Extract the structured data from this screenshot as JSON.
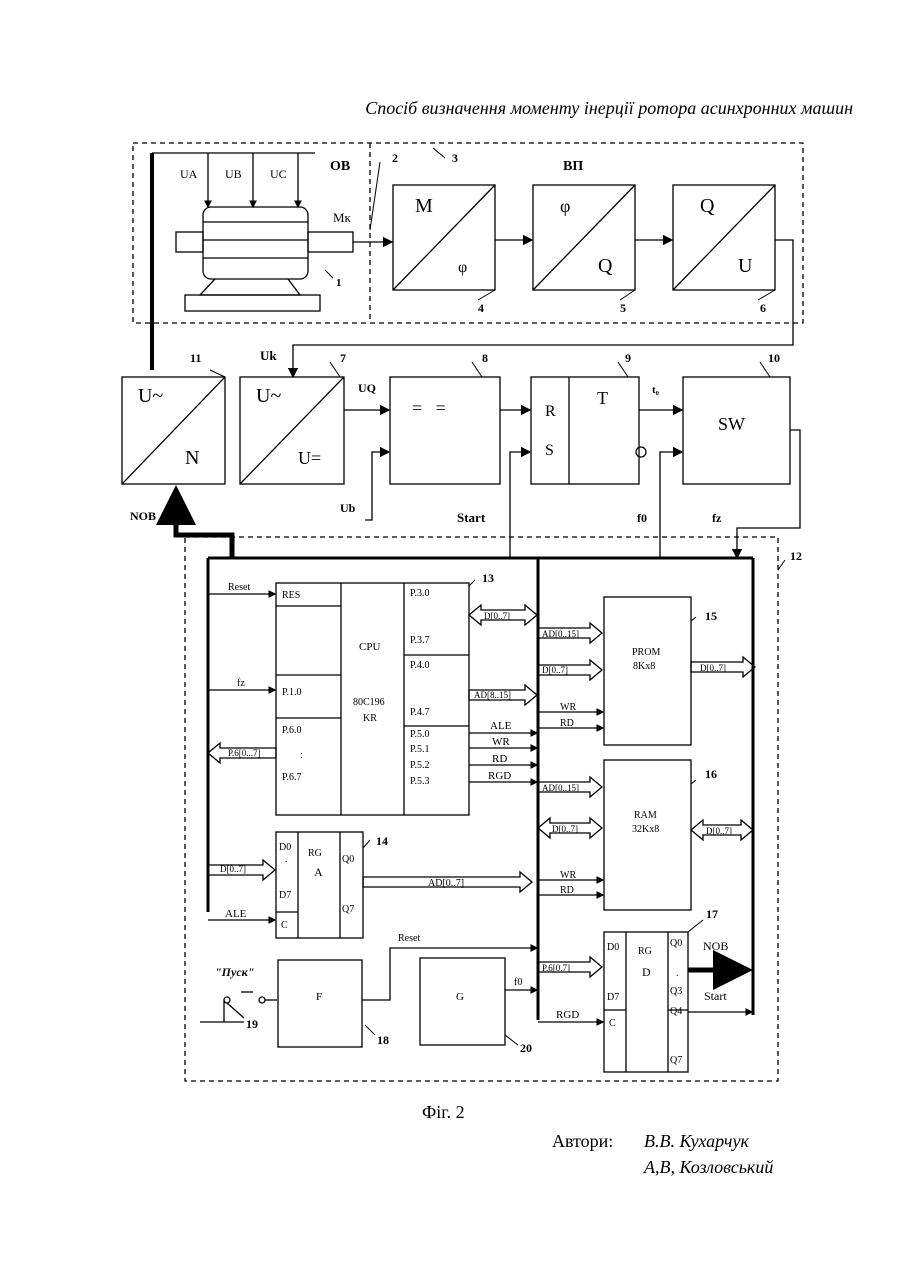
{
  "header": "Спосіб визначення моменту інерції ротора асинхронних машин",
  "caption": "Фіг. 2",
  "authors": {
    "label": "Автори:",
    "names": [
      "В.В. Кухарчук",
      "А,В, Козловський"
    ]
  },
  "top": {
    "ov": "ОВ",
    "vp": "ВП",
    "ua": "UA",
    "ub": "UB",
    "uc": "UC",
    "mk": "Mк",
    "conv4": {
      "in": "M",
      "out": "φ"
    },
    "conv5": {
      "in": "φ",
      "out": "Q"
    },
    "conv6": {
      "in": "Q",
      "out": "U"
    },
    "nums": [
      "1",
      "2",
      "3",
      "4",
      "5",
      "6"
    ]
  },
  "mid": {
    "b11": {
      "in": "U~",
      "out": "N",
      "num": "11"
    },
    "b7": {
      "in": "U~",
      "out": "U=",
      "num": "7"
    },
    "b8": {
      "label": "=   =",
      "num": "8"
    },
    "b9": {
      "r": "R",
      "s": "S",
      "t": "T",
      "num": "9"
    },
    "b10": {
      "label": "SW",
      "num": "10"
    },
    "uk": "Uk",
    "uo": "UQ",
    "ub": "Ub",
    "t0": "t₀",
    "nob": "NOB",
    "start": "Start",
    "f0": "f0",
    "fz": "fz"
  },
  "mcu": {
    "num12": "12",
    "cpu": {
      "num": "13",
      "title": "CPU",
      "model": "80C196",
      "kr": "KR",
      "left": [
        "RES",
        "P.1.0",
        "P.6.0",
        ":",
        "P.6.7"
      ],
      "right": [
        "P.3.0",
        "P.3.7",
        "P.4.0",
        "P.4.7",
        "P.5.0",
        "P.5.1",
        "P.5.2",
        "P.5.3"
      ]
    },
    "signals": {
      "reset": "Reset",
      "fz": "fz",
      "p6": "P.6[0...7]",
      "d07": "D[0..7]",
      "ad815": "AD[8..15]",
      "ale": "ALE",
      "wr": "WR",
      "rd": "RD",
      "rgd": "RGD",
      "ad015": "AD[0..15]",
      "ad07": "AD[0..7]",
      "p607": "P.6[0.7]"
    },
    "rga": {
      "num": "14",
      "title": "RG",
      "sub": "A",
      "pins": [
        "D0",
        ".",
        "D7",
        "C",
        "Q0",
        "Q7"
      ]
    },
    "prom": {
      "num": "15",
      "title": "PROM",
      "size": "8Kx8"
    },
    "ram": {
      "num": "16",
      "title": "RAM",
      "size": "32Kx8"
    },
    "rgd": {
      "num": "17",
      "title": "RG",
      "sub": "D",
      "pins": [
        "D0",
        "D7",
        "C",
        "Q0",
        ".",
        "Q3",
        "Q4",
        "Q7"
      ],
      "nob": "NOB",
      "start": "Start"
    },
    "f": {
      "num": "18",
      "label": "F"
    },
    "sw": {
      "num": "19",
      "label": "\"Пуск\""
    },
    "g": {
      "num": "20",
      "label": "G",
      "f0": "f0"
    }
  }
}
